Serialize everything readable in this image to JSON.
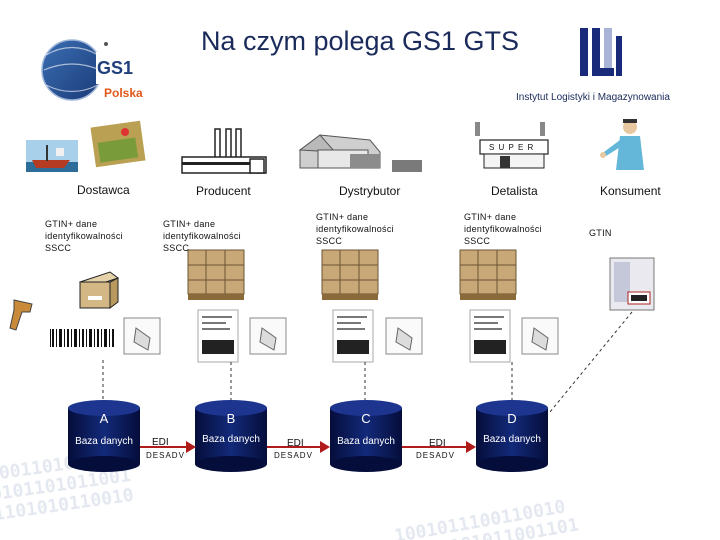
{
  "title": "Na czym polega GS1 GTS",
  "logos": {
    "gs1_text": "GS1",
    "gs1_country": "Polska",
    "ilim_name": "Instytut Logistyki i Magazynowania",
    "ilim_letters": "ILIM"
  },
  "store_sign": "S U P E R",
  "actors": [
    {
      "label": "Dostawca",
      "info": [
        "GTIN+ dane",
        "identyfikowalności",
        "SSCC"
      ]
    },
    {
      "label": "Producent",
      "info": [
        "GTIN+ dane",
        "identyfikowalności",
        "SSCC"
      ]
    },
    {
      "label": "Dystrybutor",
      "info": [
        "GTIN+ dane",
        "identyfikowalności",
        "SSCC"
      ]
    },
    {
      "label": "Detalista",
      "info": [
        "GTIN+ dane",
        "identyfikowalności",
        "SSCC"
      ]
    },
    {
      "label": "Konsument",
      "info": [
        "GTIN"
      ]
    }
  ],
  "databases": [
    {
      "letter": "A",
      "label": "Baza danych"
    },
    {
      "letter": "B",
      "label": "Baza danych"
    },
    {
      "letter": "C",
      "label": "Baza danych"
    },
    {
      "letter": "D",
      "label": "Baza danych"
    }
  ],
  "flows": [
    {
      "label": "EDI",
      "message": "DESADV"
    },
    {
      "label": "EDI",
      "message": "DESADV"
    },
    {
      "label": "EDI",
      "message": "DESADV"
    }
  ],
  "colors": {
    "title": "#1a2a5a",
    "database": "#0b1a5c",
    "arrow": "#b01c1c",
    "gs1_blue": "#1f3f7a",
    "gs1_orange": "#e2581b"
  }
}
